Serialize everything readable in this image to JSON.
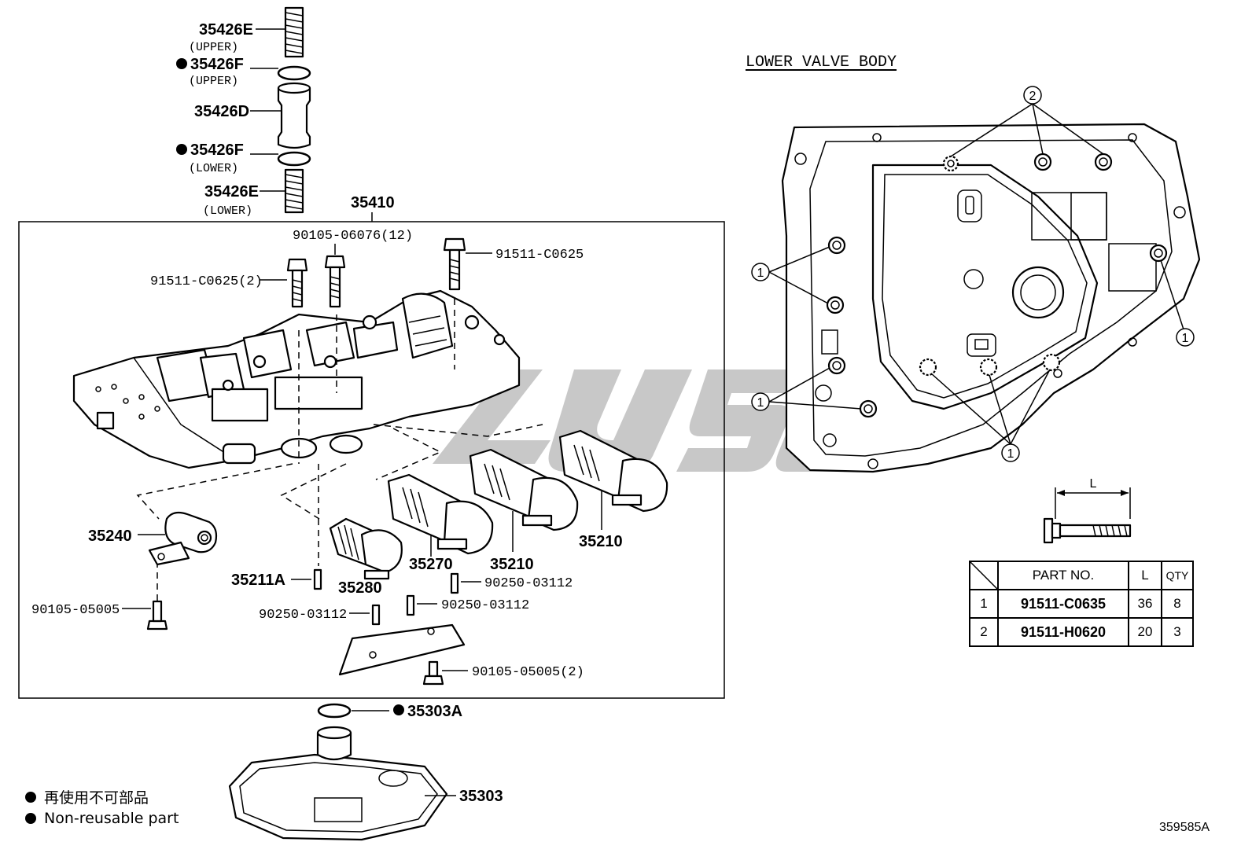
{
  "section_title": "LOWER VALVE BODY",
  "doc_id": "359585A",
  "watermark_text": "ZUSAE",
  "assembly_label": "35410",
  "parts": {
    "p35426E_upper": "35426E",
    "p35426E_upper_note": "(UPPER)",
    "p35426F_upper": "35426F",
    "p35426F_upper_note": "(UPPER)",
    "p35426D": "35426D",
    "p35426F_lower": "35426F",
    "p35426F_lower_note": "(LOWER)",
    "p35426E_lower": "35426E",
    "p35426E_lower_note": "(LOWER)",
    "bolt_90105_06076": "90105-06076(12)",
    "bolt_91511_C0625_2": "91511-C0625(2)",
    "bolt_91511_C0625": "91511-C0625",
    "p35240": "35240",
    "p90105_05005": "90105-05005",
    "p35211A": "35211A",
    "p35280": "35280",
    "p35270": "35270",
    "p35210_a": "35210",
    "p35210_b": "35210",
    "pin_90250_a": "90250-03112",
    "pin_90250_b": "90250-03112",
    "pin_90250_c": "90250-03112",
    "p90105_05005_2": "90105-05005(2)",
    "p35303A": "35303A",
    "p35303": "35303"
  },
  "callouts": {
    "c1": "1",
    "c2": "2",
    "L": "L"
  },
  "legend": [
    {
      "text": "再使用不可部品"
    },
    {
      "text": "Non-reusable part"
    }
  ],
  "bolt_table": {
    "headers": [
      "PART NO.",
      "L",
      "QTY"
    ],
    "rows": [
      {
        "idx": "1",
        "part": "91511-C0635",
        "L": "36",
        "qty": "8"
      },
      {
        "idx": "2",
        "part": "91511-H0620",
        "L": "20",
        "qty": "3"
      }
    ]
  }
}
